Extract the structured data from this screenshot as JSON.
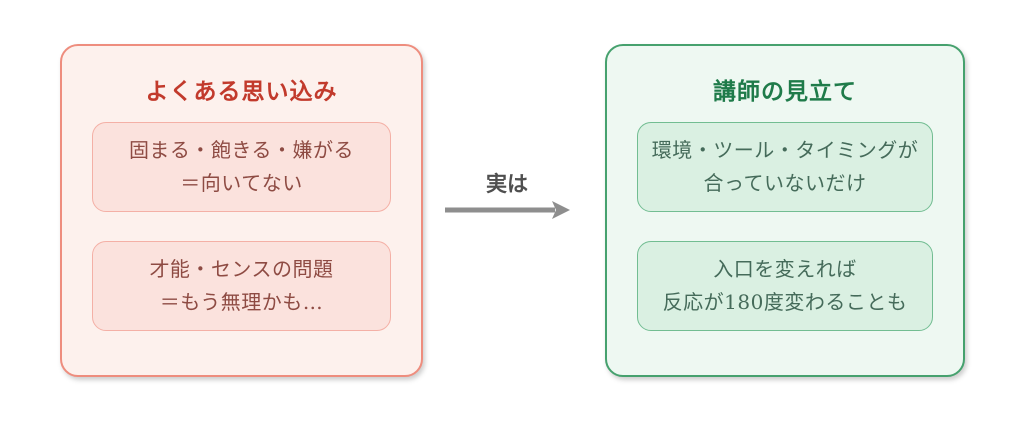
{
  "left_panel": {
    "title": "よくある思い込み",
    "boxes": [
      {
        "line1": "固まる・飽きる・嫌がる",
        "line2": "＝向いてない"
      },
      {
        "line1": "才能・センスの問題",
        "line2": "＝もう無理かも…"
      }
    ]
  },
  "connector": {
    "label": "実は"
  },
  "right_panel": {
    "title": "講師の見立て",
    "boxes": [
      {
        "line1": "環境・ツール・タイミングが",
        "line2": "合っていないだけ"
      },
      {
        "line1": "入口を変えれば",
        "line2": "反応が180度変わることも"
      }
    ]
  },
  "colors": {
    "background": "#ffffff",
    "left_panel_fill": "#fdf1ed",
    "left_panel_border": "#ee8d7e",
    "left_box_fill": "#fbe2dd",
    "left_box_border": "#f4b0a6",
    "left_title": "#c23a2c",
    "left_text": "#8e4b43",
    "right_panel_fill": "#eef8f2",
    "right_panel_border": "#46a16e",
    "right_box_fill": "#daf0e2",
    "right_box_border": "#72bd92",
    "right_title": "#1f7b4a",
    "right_text": "#456b5a",
    "arrow": "#8e8e8e",
    "arrow_label": "#4f4f4f"
  }
}
